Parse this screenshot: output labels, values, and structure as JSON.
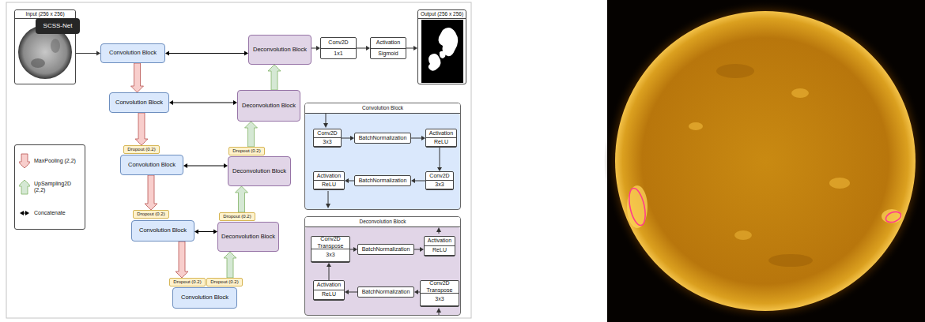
{
  "diagram": {
    "nodes": [
      {
        "text": [
          "Input (256 x 256)"
        ]
      },
      {
        "text": [
          "SCSS-Net"
        ],
        "in": 0
      },
      {
        "text": [
          "Convolution Block"
        ]
      },
      {
        "text": [
          "Deconvolution Block"
        ]
      },
      {
        "text": [
          "Conv2D",
          "1x1"
        ]
      },
      {
        "text": [
          "Activation",
          "Sigmoid"
        ]
      },
      {
        "text": [
          "Output (256 x 256)"
        ]
      },
      {
        "text": [
          "Convolution Block"
        ]
      },
      {
        "text": [
          "Deconvolution Block"
        ]
      },
      {
        "text": [
          "Convolution Block"
        ]
      },
      {
        "text": [
          "Conv2D",
          "3x3"
        ],
        "in": 9
      },
      {
        "text": [
          "BatchNormalization"
        ],
        "in": 9
      },
      {
        "text": [
          "Activation",
          "ReLU"
        ],
        "in": 9
      },
      {
        "text": [
          "Activation",
          "ReLU"
        ],
        "in": 9
      },
      {
        "text": [
          "BatchNormalization"
        ],
        "in": 9
      },
      {
        "text": [
          "Conv2D",
          "3x3"
        ],
        "in": 9
      },
      {
        "text": [
          "Dropout (0.2)"
        ]
      },
      {
        "text": [
          "Convolution Block"
        ]
      },
      {
        "text": [
          "Dropout (0.2)"
        ]
      },
      {
        "text": [
          "Deconvolution Block"
        ]
      },
      {
        "text": [
          "Dropout (0.2)"
        ]
      },
      {
        "text": [
          "Convolution Block"
        ]
      },
      {
        "text": [
          "Dropout (0.2)"
        ]
      },
      {
        "text": [
          "Deconvolution Block"
        ]
      },
      {
        "text": [
          "Deconvolution Block"
        ]
      },
      {
        "text": [
          "Conv2D Transpose",
          "3x3"
        ],
        "in": 24
      },
      {
        "text": [
          "BatchNormalization"
        ],
        "in": 24
      },
      {
        "text": [
          "Activation",
          "ReLU"
        ],
        "in": 24
      },
      {
        "text": [
          "Activation",
          "ReLU"
        ],
        "in": 24
      },
      {
        "text": [
          "BatchNormalization"
        ],
        "in": 24
      },
      {
        "text": [
          "Conv2D Transpose",
          "3x3"
        ],
        "in": 24
      },
      {
        "text": [
          "Dropout (0.2)"
        ]
      },
      {
        "text": [
          "Dropout (0.2)"
        ]
      },
      {
        "text": [
          "Convolution Block"
        ]
      }
    ],
    "edges": [
      {
        "from": 0,
        "to": 2,
        "arrow": "to"
      },
      {
        "from": 2,
        "to": 7,
        "arrow": "to"
      },
      {
        "from": 7,
        "to": 16,
        "arrow": "to"
      },
      {
        "from": 17,
        "to": 20,
        "arrow": "to"
      },
      {
        "from": 21,
        "to": 31,
        "arrow": "to"
      },
      {
        "from": 32,
        "to": 23,
        "arrow": "to"
      },
      {
        "from": 22,
        "to": 19,
        "arrow": "to"
      },
      {
        "from": 18,
        "to": 8,
        "arrow": "to"
      },
      {
        "from": 8,
        "to": 3,
        "arrow": "to"
      },
      {
        "from": 2,
        "to": 3,
        "arrow": "both"
      },
      {
        "from": 7,
        "to": 8,
        "arrow": "both"
      },
      {
        "from": 17,
        "to": 19,
        "arrow": "both"
      },
      {
        "from": 21,
        "to": 23,
        "arrow": "both"
      },
      {
        "from": 3,
        "to": 4,
        "arrow": "to"
      },
      {
        "from": 4,
        "to": 5,
        "arrow": "to"
      },
      {
        "from": 5,
        "to": 6,
        "arrow": "to"
      },
      {
        "from": 10,
        "to": 11,
        "arrow": "to"
      },
      {
        "from": 11,
        "to": 12,
        "arrow": "to"
      },
      {
        "from": 12,
        "to": 15,
        "arrow": "to"
      },
      {
        "from": 15,
        "to": 14,
        "arrow": "to"
      },
      {
        "from": 14,
        "to": 13,
        "arrow": "to"
      },
      {
        "from": 30,
        "to": 29,
        "arrow": "to"
      },
      {
        "from": 29,
        "to": 28,
        "arrow": "to"
      },
      {
        "from": 28,
        "to": 25,
        "arrow": "to"
      },
      {
        "from": 25,
        "to": 26,
        "arrow": "to"
      },
      {
        "from": 26,
        "to": 27,
        "arrow": "to"
      }
    ],
    "legend": [
      {
        "text": "MaxPooling (2,2)"
      },
      {
        "text": "UpSampling2D (2,2)"
      },
      {
        "text": "Concatenate"
      }
    ]
  }
}
